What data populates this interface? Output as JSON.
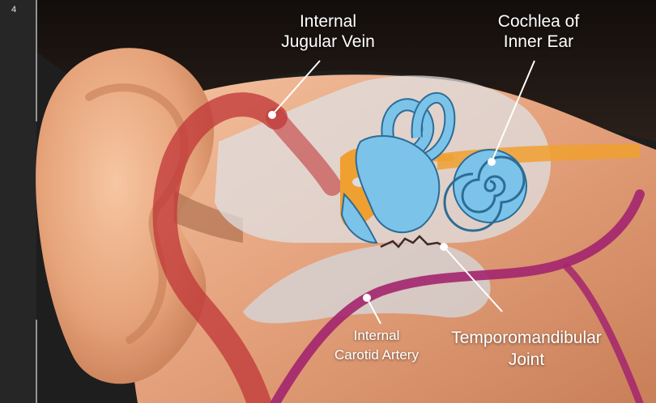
{
  "corner_text": "4",
  "labels": {
    "jugular_line1": "Internal",
    "jugular_line2": "Jugular Vein",
    "cochlea_line1": "Cochlea of",
    "cochlea_line2": "Inner Ear",
    "carotid_line1": "Internal",
    "carotid_line2": "Carotid Artery",
    "tmj_line1": "Temporomandibular",
    "tmj_line2": "Joint"
  },
  "colors": {
    "label_text": "#ffffff",
    "jugular_vein": "#c23a3a",
    "carotid_artery": "#a3256e",
    "cochlea": "#7cc3ea",
    "ossicles": "#f0a030",
    "bone": "#d9dde2",
    "skin": "#e7a47c",
    "hair": "#1c1512"
  }
}
